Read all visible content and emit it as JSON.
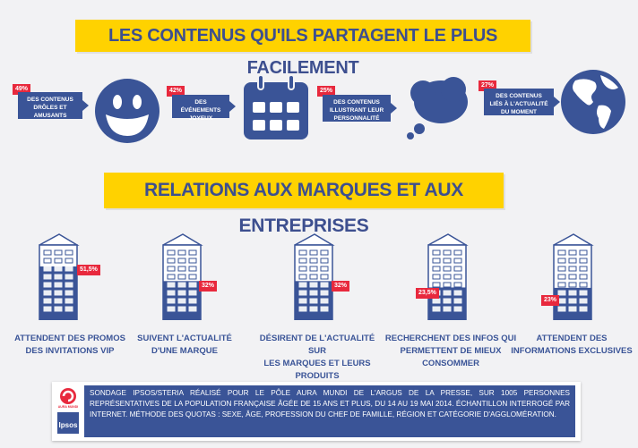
{
  "section1": {
    "title": "LES CONTENUS QU'ILS PARTAGENT LE PLUS FACILEMENT",
    "items": [
      {
        "pct": "49%",
        "label": "DES CONTENUS DRÔLES ET AMUSANTS",
        "icon": "smiley-icon"
      },
      {
        "pct": "42%",
        "label": "DES ÉVÉNEMENTS JOYEUX",
        "icon": "calendar-icon"
      },
      {
        "pct": "25%",
        "label": "DES CONTENUS ILLUSTRANT LEUR PERSONNALITÉ",
        "icon": "thought-cloud-icon"
      },
      {
        "pct": "27%",
        "label": "DES CONTENUS LIÉS À L'ACTUALITÉ DU MOMENT",
        "icon": "globe-icon"
      }
    ]
  },
  "section2": {
    "title": "RELATIONS AUX MARQUES ET AUX ENTREPRISES",
    "items": [
      {
        "pct": "51,5%",
        "line1": "ATTENDENT DES PROMOS",
        "line2": "DES INVITATIONS VIP",
        "fill": 0.515
      },
      {
        "pct": "32%",
        "line1": "SUIVENT L'ACTUALITÉ",
        "line2": "D'UNE MARQUE",
        "fill": 0.32
      },
      {
        "pct": "32%",
        "line1": "DÉSIRENT DE L'ACTUALITÉ SUR",
        "line2": "LES MARQUES ET LEURS PRODUITS",
        "fill": 0.32
      },
      {
        "pct": "23,5%",
        "line1": "RECHERCHENT DES INFOS QUI",
        "line2": "PERMETTENT DE MIEUX CONSOMMER",
        "fill": 0.235
      },
      {
        "pct": "23%",
        "line1": "ATTENDENT DES",
        "line2": "INFORMATIONS EXCLUSIVES",
        "fill": 0.23
      }
    ]
  },
  "footer": {
    "text": "SONDAGE IPSOS/STERIA RÉALISÉ POUR LE PÔLE AURA MUNDI DE L'ARGUS DE LA PRESSE, SUR 1005 PERSONNES REPRÉSENTATIVES DE LA POPULATION FRANÇAISE ÂGÉE DE 15 ANS ET PLUS, DU 14 AU 19 MAI 2014. ÉCHANTILLON INTERROGÉ PAR INTERNET. MÉTHODE DES QUOTAS : SEXE, ÂGE, PROFESSION DU CHEF DE FAMILLE, RÉGION ET CATÉGORIE D'AGGLOMÉRATION.",
    "logo_aura": "AURA MUNDI",
    "logo_ipsos": "Ipsos"
  },
  "colors": {
    "blue": "#3a5497",
    "yellow": "#ffd200",
    "red": "#e8293d"
  }
}
